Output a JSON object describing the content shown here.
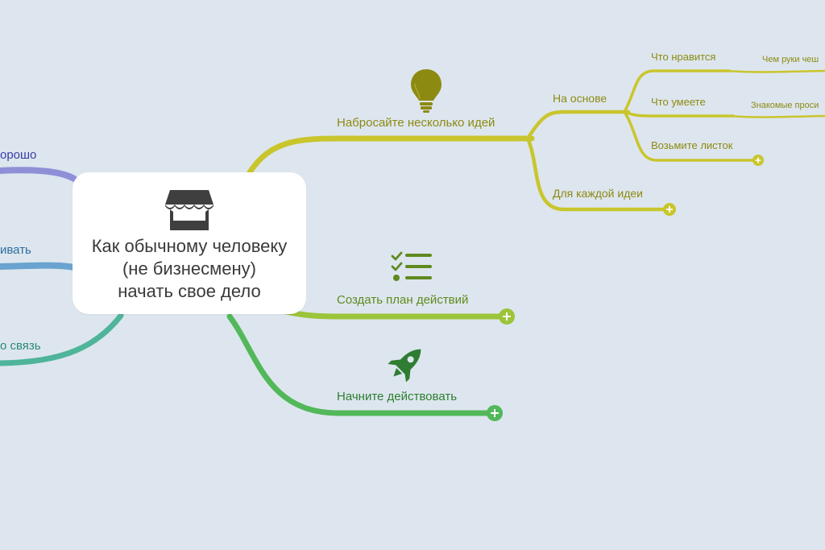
{
  "root": {
    "title": "Как обычному человеку\n(не бизнесмену)\nначать свое дело",
    "icon": "storefront-icon"
  },
  "colors": {
    "background": "#dde6ee",
    "yellow_branch": "#c9c52d",
    "yellow_text": "#8d8a12",
    "lime_branch": "#9cc43a",
    "lime_text": "#5f8a1f",
    "green_branch": "#52b85a",
    "green_text": "#2e7d32",
    "purple_branch": "#8f8fd8",
    "blue_branch": "#6aa3cf",
    "teal_branch": "#4fb59a"
  },
  "branches": {
    "ideas": {
      "label": "Набросайте несколько идей",
      "icon": "lightbulb-icon"
    },
    "plan": {
      "label": "Создать план действий",
      "icon": "checklist-icon"
    },
    "act": {
      "label": "Начните действовать",
      "icon": "rocket-icon"
    }
  },
  "ideas_children": {
    "based_on": "На основе",
    "for_each": "Для каждой идеи",
    "likes": "Что нравится",
    "skills": "Что умеете",
    "sheet": "Возьмите листок",
    "hands": "Чем руки чеш",
    "friends": "Знакомые проси"
  },
  "left_branches": {
    "top": "орошо",
    "middle": "ивать",
    "bottom": "о связь"
  }
}
